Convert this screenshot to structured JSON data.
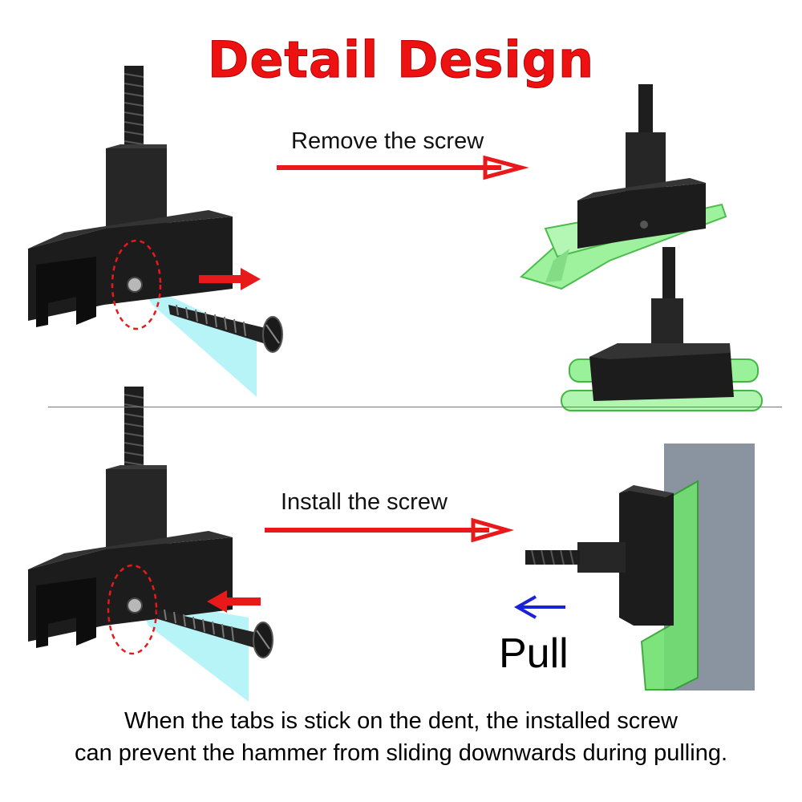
{
  "title": "Detail Design",
  "steps": {
    "remove": "Remove the screw",
    "install": "Install the screw"
  },
  "pull_label": "Pull",
  "caption": {
    "line1": "When the tabs is stick on the dent, the installed screw",
    "line2": "can prevent the hammer from sliding downwards during pulling."
  },
  "colors": {
    "title": "#ee1111",
    "arrow_red": "#e8191b",
    "arrow_blue": "#1a22d8",
    "metal": "#1e1e1e",
    "tab_green": "#7fe87f",
    "highlight_cyan": "#9ff0f5",
    "panel_gray": "#8a93a0"
  },
  "icons": [
    "screw-icon",
    "arrow-right-icon",
    "arrow-left-icon"
  ]
}
